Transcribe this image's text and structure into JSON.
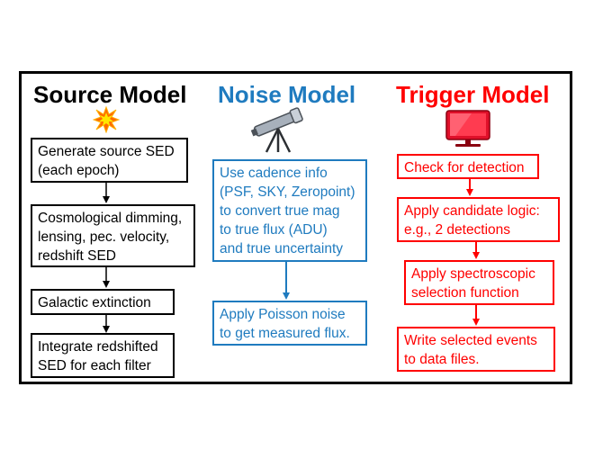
{
  "columns": [
    {
      "title": "Source Model",
      "icon": "explosion-icon",
      "color": "#000000",
      "boxes": [
        {
          "lines": [
            "Generate source SED",
            "(each epoch)"
          ]
        },
        {
          "lines": [
            "Cosmological dimming,",
            "lensing, pec. velocity,",
            "redshift SED"
          ]
        },
        {
          "lines": [
            "Galactic extinction"
          ]
        },
        {
          "lines": [
            "Integrate redshifted",
            "SED for each filter"
          ]
        }
      ]
    },
    {
      "title": "Noise Model",
      "icon": "telescope-icon",
      "color": "#1f7bbf",
      "boxes": [
        {
          "lines": [
            "Use cadence info",
            "(PSF, SKY, Zeropoint)",
            "to convert true mag",
            "to true flux (ADU)",
            "and true uncertainty"
          ]
        },
        {
          "lines": [
            "Apply Poisson noise",
            "to get measured flux."
          ]
        }
      ]
    },
    {
      "title": "Trigger Model",
      "icon": "monitor-icon",
      "color": "#ff0000",
      "boxes": [
        {
          "lines": [
            "Check for detection"
          ]
        },
        {
          "lines": [
            "Apply candidate logic:",
            "e.g., 2 detections"
          ]
        },
        {
          "lines": [
            "Apply spectroscopic",
            "selection function"
          ]
        },
        {
          "lines": [
            "Write selected events",
            "to data files."
          ]
        }
      ]
    }
  ]
}
